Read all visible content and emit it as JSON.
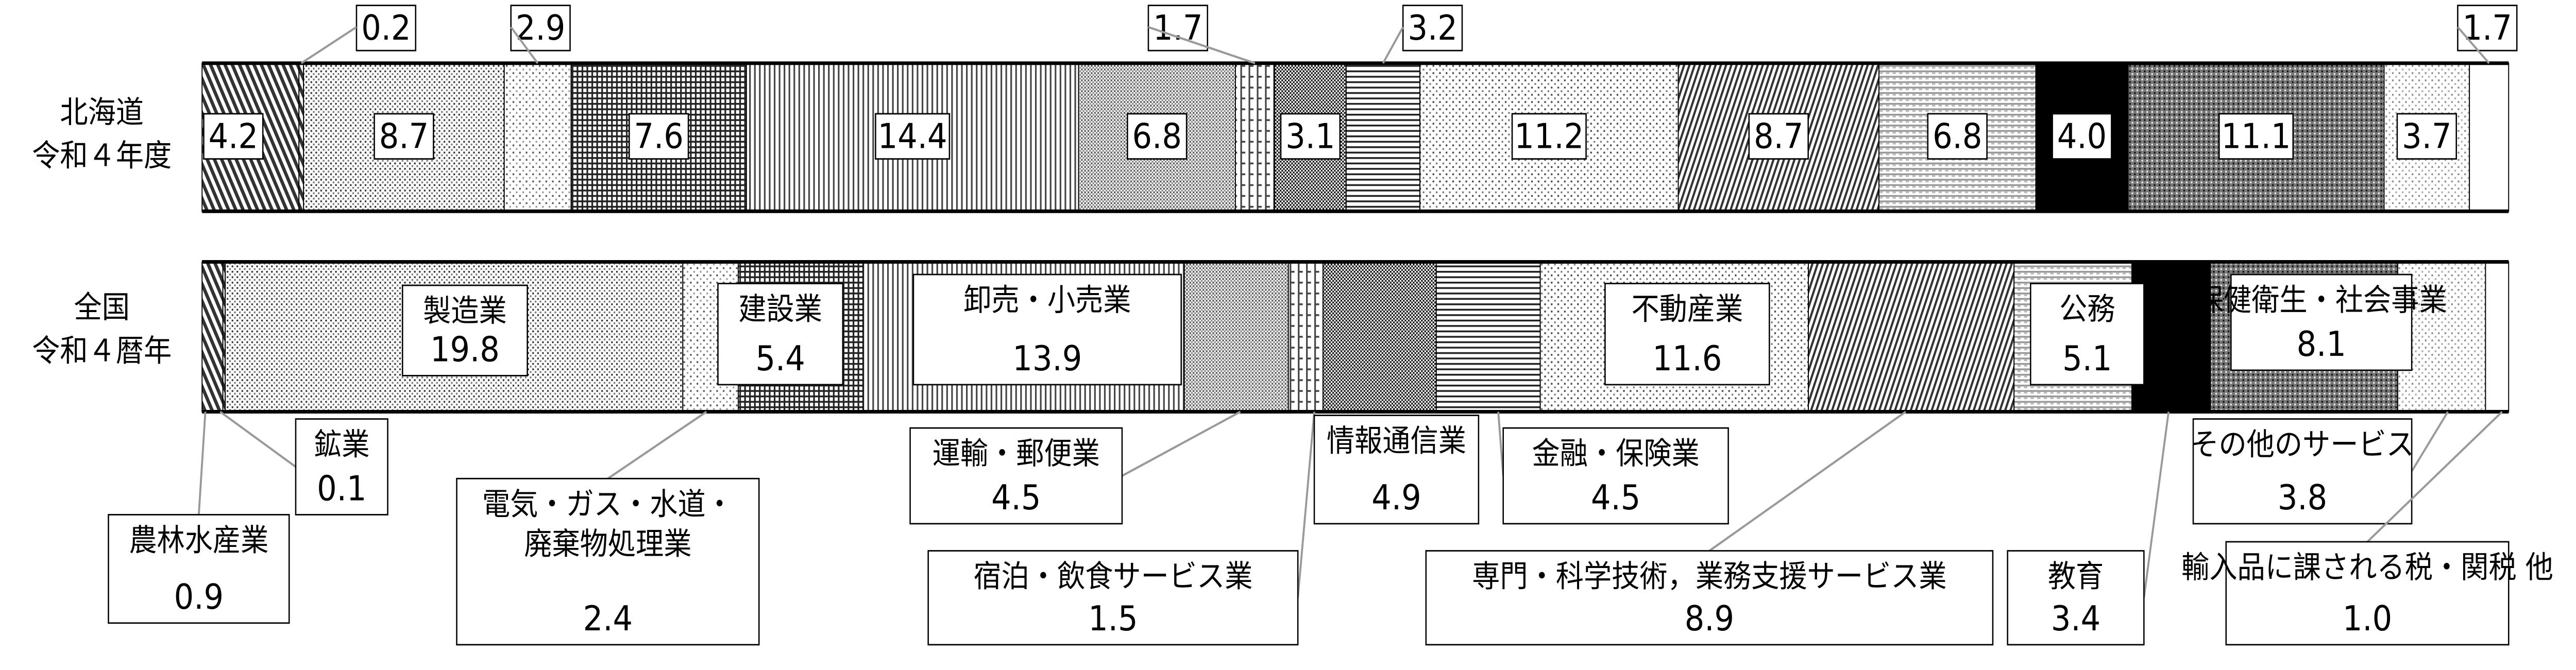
{
  "chart_data": {
    "type": "bar",
    "orientation": "horizontal-stacked-100",
    "unit": "%",
    "grid": false,
    "legend": "none (categories labeled on the lower bar)",
    "rows": [
      {
        "label_line1": "北海道",
        "label_line2": "令和４年度"
      },
      {
        "label_line1": "全国",
        "label_line2": "令和４暦年"
      }
    ],
    "categories": [
      "農林水産業",
      "鉱業",
      "製造業",
      "電気・ガス・水道・廃棄物処理業",
      "建設業",
      "卸売・小売業",
      "運輸・郵便業",
      "宿泊・飲食サービス業",
      "情報通信業",
      "金融・保険業",
      "不動産業",
      "専門・科学技術，業務支援サービス業",
      "公務",
      "教育",
      "保健衛生・社会事業",
      "その他のサービス",
      "輸入品に課される税・関税 他"
    ],
    "label_lines": [
      [
        "農林水産業"
      ],
      [
        "鉱業"
      ],
      [
        "製造業"
      ],
      [
        "電気・ガス・水道・",
        "廃棄物処理業"
      ],
      [
        "建設業"
      ],
      [
        "卸売・小売業"
      ],
      [
        "運輸・郵便業"
      ],
      [
        "宿泊・飲食サービス業"
      ],
      [
        "情報通信業"
      ],
      [
        "金融・保険業"
      ],
      [
        "不動産業"
      ],
      [
        "専門・科学技術，業務支援サービス業"
      ],
      [
        "公務"
      ],
      [
        "教育"
      ],
      [
        "保健衛生・社会事業"
      ],
      [
        "その他のサービス"
      ],
      [
        "輸入品に課される税・関税 他"
      ]
    ],
    "series": [
      {
        "name": "北海道 令和４年度",
        "values": [
          4.2,
          0.2,
          8.7,
          2.9,
          7.6,
          14.4,
          6.8,
          1.7,
          3.1,
          3.2,
          11.2,
          8.7,
          6.8,
          4.0,
          11.1,
          3.7,
          1.7
        ]
      },
      {
        "name": "全国 令和４暦年",
        "values": [
          0.9,
          0.1,
          19.8,
          2.4,
          5.4,
          13.9,
          4.5,
          1.5,
          4.9,
          4.5,
          11.6,
          8.9,
          5.1,
          3.4,
          8.1,
          3.8,
          1.0
        ]
      }
    ],
    "fills": [
      "diag-hatch",
      "fine-dots",
      "light-dots",
      "grid",
      "vertical-lines",
      "fine-check",
      "dashed-grid",
      "check",
      "horizontal-lines",
      "light-dots",
      "diagonal-lines",
      "wave-horizontal",
      "#000000",
      "crosshatch-dark",
      "light-dots",
      "#ffffff"
    ]
  }
}
